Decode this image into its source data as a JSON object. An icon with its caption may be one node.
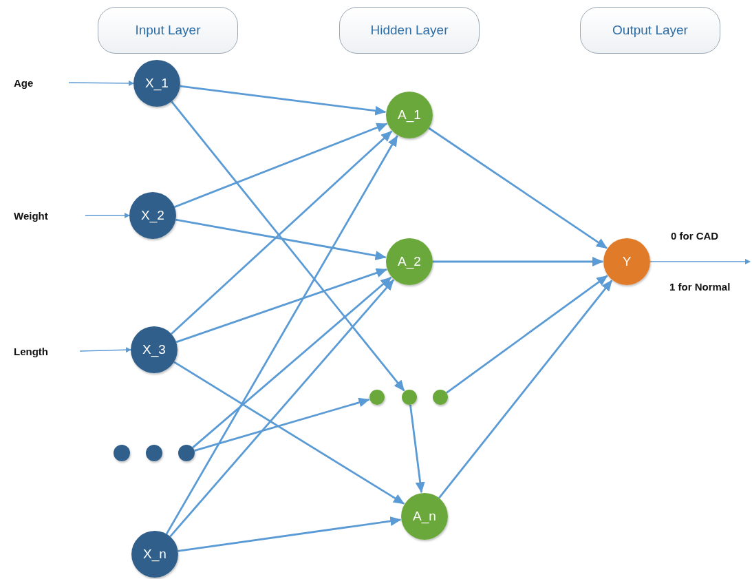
{
  "diagram": {
    "nodes": [
      {
        "text": [
          "Input Layer"
        ]
      },
      {
        "text": [
          "Hidden Layer"
        ]
      },
      {
        "text": [
          "Output Layer"
        ]
      },
      {
        "text": [
          "Age"
        ]
      },
      {
        "text": [
          "Weight"
        ]
      },
      {
        "text": [
          "Length"
        ]
      },
      {
        "text": [
          "X_1"
        ]
      },
      {
        "text": [
          "X_2"
        ]
      },
      {
        "text": [
          "X_3"
        ]
      },
      {
        "text": [],
        "shape": "circle"
      },
      {
        "text": [],
        "shape": "circle"
      },
      {
        "text": [],
        "shape": "circle"
      },
      {
        "text": [
          "X_n"
        ]
      },
      {
        "text": [
          "A_1"
        ]
      },
      {
        "text": [
          "A_2"
        ]
      },
      {
        "text": [],
        "shape": "circle"
      },
      {
        "text": [],
        "shape": "circle"
      },
      {
        "text": [],
        "shape": "circle"
      },
      {
        "text": [
          "A_n"
        ]
      },
      {
        "text": [
          "Y"
        ]
      }
    ],
    "edges": [
      {
        "from": 3,
        "to": 6,
        "arrow": "to"
      },
      {
        "from": 4,
        "to": 7,
        "arrow": "to"
      },
      {
        "from": 5,
        "to": 8,
        "arrow": "to"
      },
      {
        "from": 6,
        "to": 13,
        "arrow": "to"
      },
      {
        "from": 6,
        "to": 16,
        "arrow": "to"
      },
      {
        "from": 7,
        "to": 13,
        "arrow": "to"
      },
      {
        "from": 7,
        "to": 14,
        "arrow": "to"
      },
      {
        "from": 8,
        "to": 13,
        "arrow": "to"
      },
      {
        "from": 8,
        "to": 14,
        "arrow": "to"
      },
      {
        "from": 8,
        "to": 18,
        "arrow": "to"
      },
      {
        "from": 11,
        "to": 14,
        "arrow": "to"
      },
      {
        "from": 11,
        "to": 15,
        "arrow": "to"
      },
      {
        "from": 12,
        "to": 13,
        "arrow": "to"
      },
      {
        "from": 12,
        "to": 14,
        "arrow": "to"
      },
      {
        "from": 12,
        "to": 18,
        "arrow": "to"
      },
      {
        "from": 16,
        "to": 18,
        "arrow": "to"
      },
      {
        "from": 13,
        "to": 19,
        "arrow": "to"
      },
      {
        "from": 14,
        "to": 19,
        "arrow": "to"
      },
      {
        "from": 17,
        "to": 19,
        "arrow": "to"
      },
      {
        "from": 18,
        "to": 19,
        "arrow": "to"
      },
      {
        "from": 19,
        "to": null,
        "arrow": "to"
      }
    ],
    "labels": [
      "0 for CAD",
      "1 for Normal"
    ]
  }
}
